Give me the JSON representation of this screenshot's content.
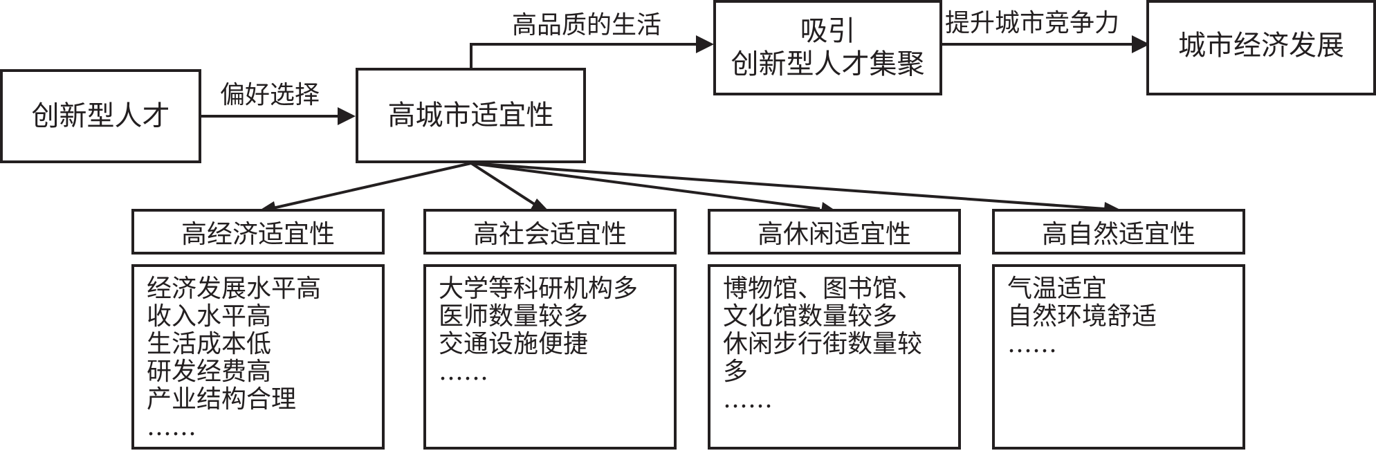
{
  "nodes": {
    "talent": "创新型人才",
    "high_suitability": "高城市适宜性",
    "attract_line1": "吸引",
    "attract_line2": "创新型人才集聚",
    "economy": "城市经济发展"
  },
  "edge_labels": {
    "preference": "偏好选择",
    "quality_life": "高品质的生活",
    "competitiveness": "提升城市竞争力"
  },
  "categories": [
    {
      "title": "高经济适宜性",
      "items": [
        "经济发展水平高",
        "收入水平高",
        "生活成本低",
        "研发经费高",
        "产业结构合理",
        "……"
      ]
    },
    {
      "title": "高社会适宜性",
      "items": [
        "大学等科研机构多",
        "医师数量较多",
        "交通设施便捷",
        "……"
      ]
    },
    {
      "title": "高休闲适宜性",
      "items": [
        "博物馆、图书馆、",
        "文化馆数量较多",
        "休闲步行街数量较",
        "多",
        "……"
      ]
    },
    {
      "title": "高自然适宜性",
      "items": [
        "气温适宜",
        "自然环境舒适",
        "……"
      ]
    }
  ]
}
